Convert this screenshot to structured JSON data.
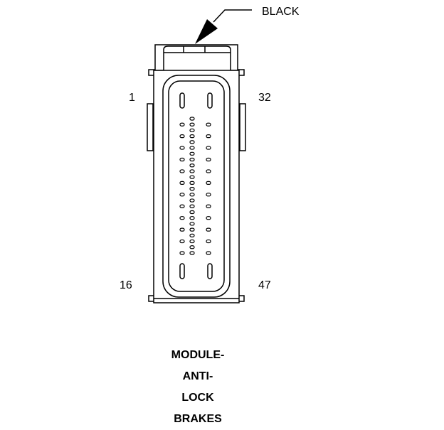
{
  "callout": {
    "color_label": "BLACK"
  },
  "pin_labels": {
    "top_left": "1",
    "top_right": "32",
    "bottom_left": "16",
    "bottom_right": "47"
  },
  "title": {
    "lines": [
      "MODULE-",
      "ANTI-",
      "LOCK",
      "BRAKES"
    ]
  },
  "connector": {
    "terminal_rows": 24,
    "stroke_color": "#000000",
    "fill_color": "#ffffff"
  }
}
